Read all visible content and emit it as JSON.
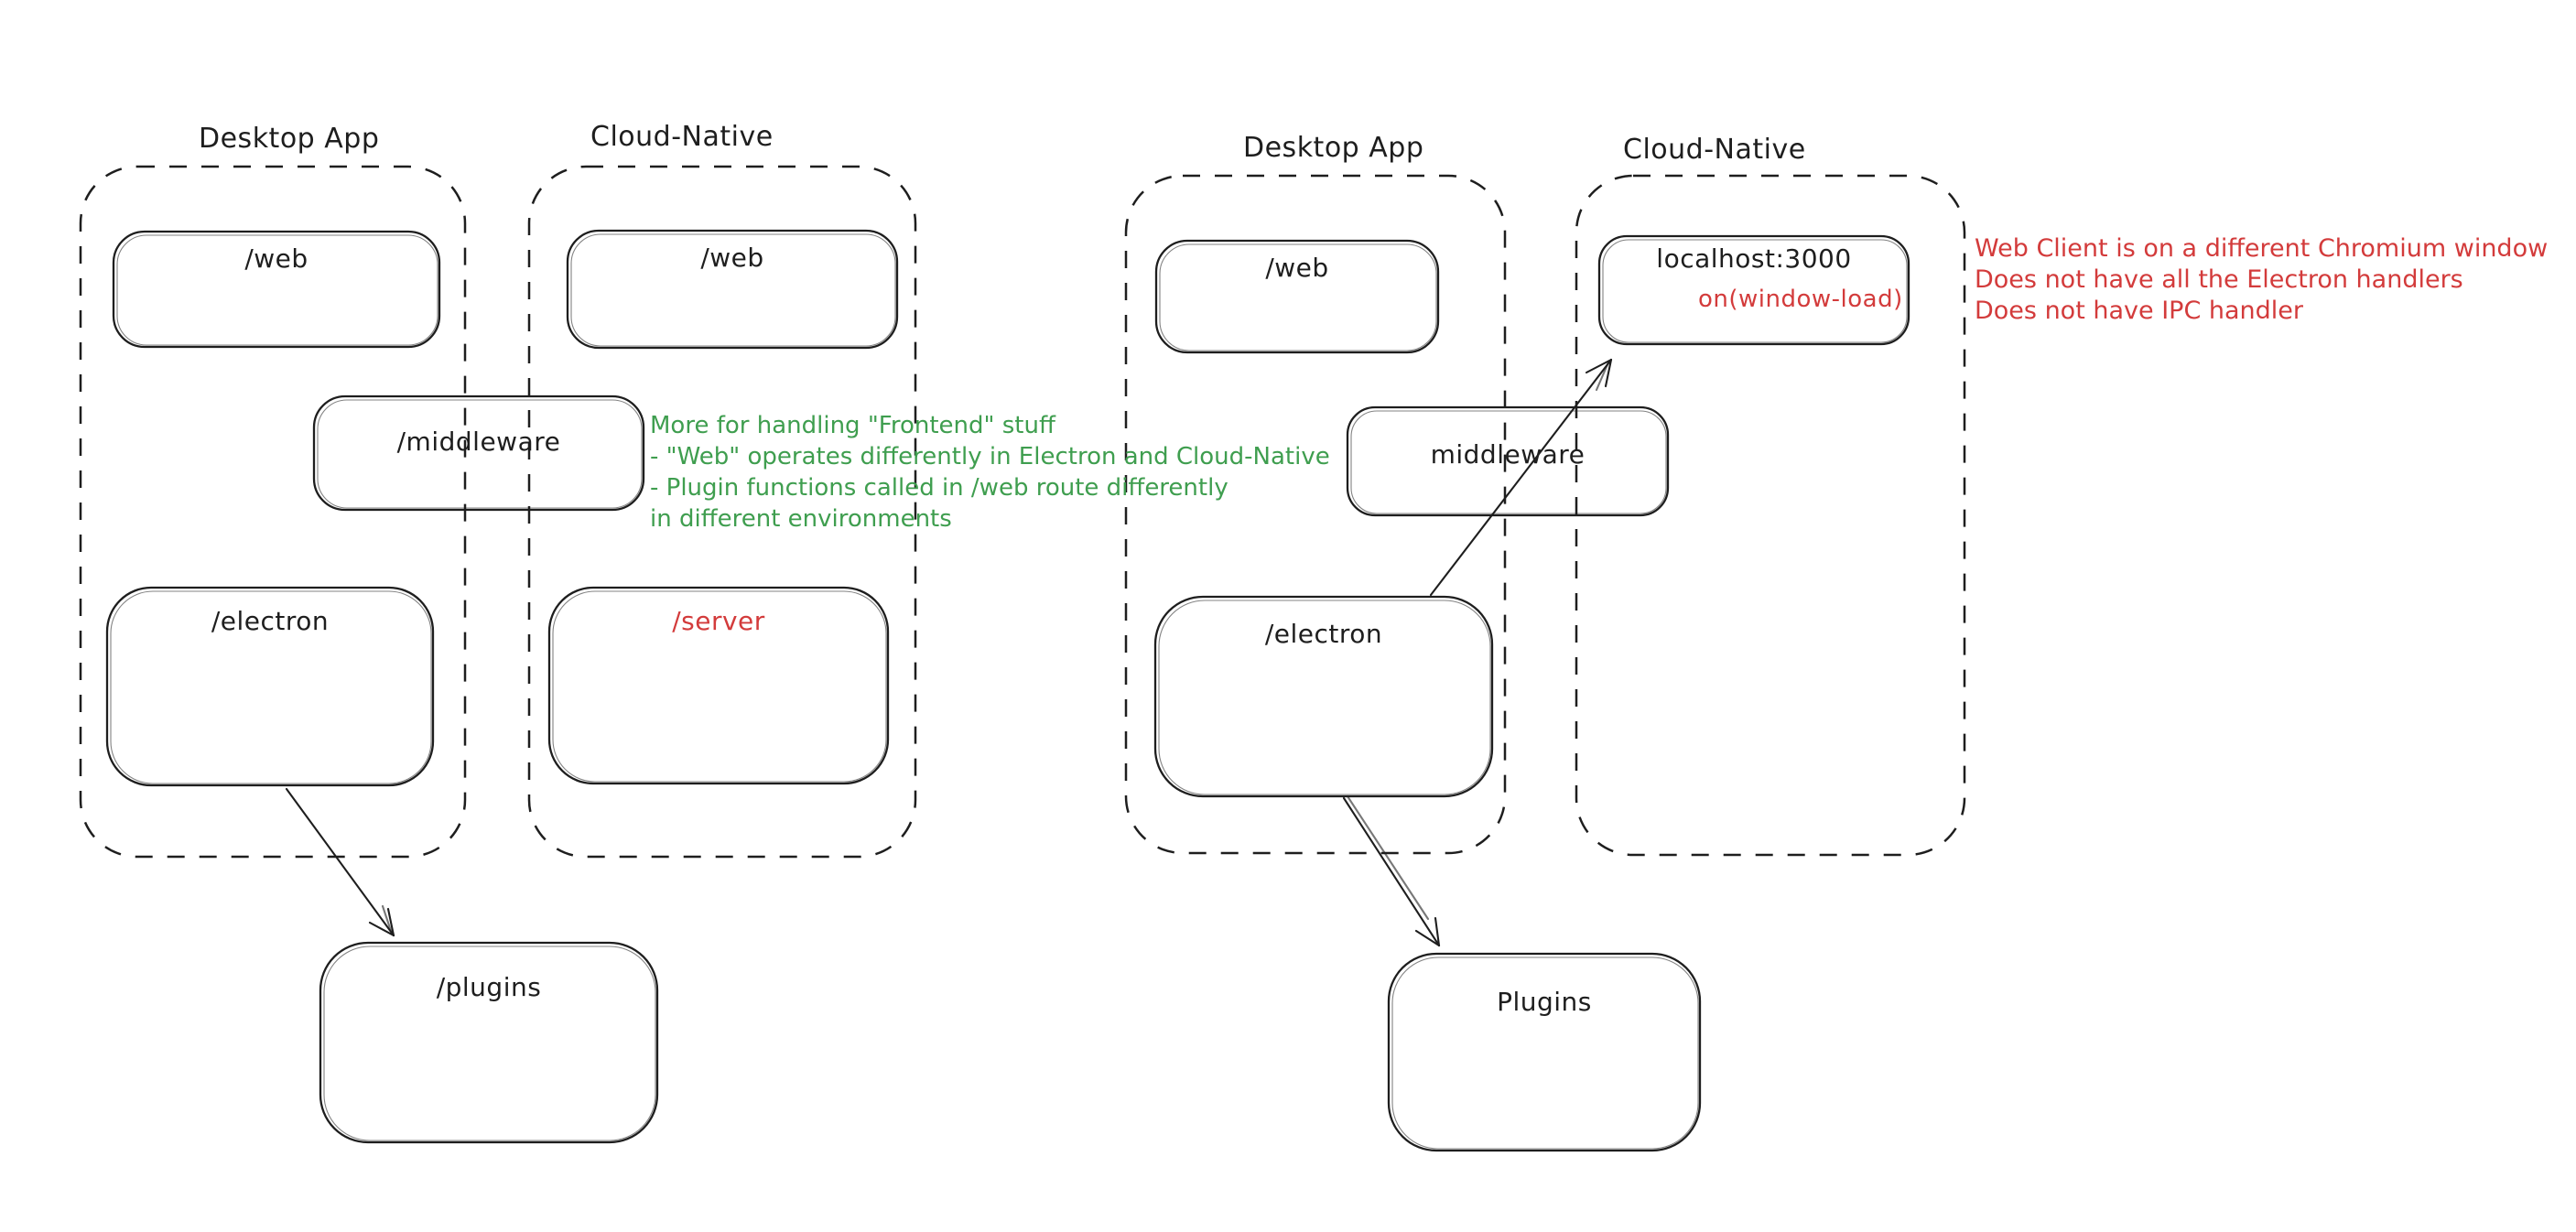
{
  "colors": {
    "background": "#ffffff",
    "stroke": "#1e1e1e",
    "green": "#3f9e4f",
    "red": "#d33b3b"
  },
  "left_diagram": {
    "desktop_container": {
      "title": "Desktop App",
      "web_box": "/web",
      "electron_box": "/electron"
    },
    "cloud_container": {
      "title": "Cloud-Native",
      "web_box": "/web",
      "server_box": "/server"
    },
    "middleware_box": "/middleware",
    "plugins_box": "/plugins",
    "green_note": {
      "line1": "More for handling \"Frontend\" stuff",
      "line2": "- \"Web\" operates differently in Electron and Cloud-Native",
      "line3": "- Plugin functions called in /web route differently",
      "line4": "in different environments"
    }
  },
  "right_diagram": {
    "desktop_container": {
      "title": "Desktop App",
      "web_box": "/web",
      "electron_box": "/electron"
    },
    "cloud_container": {
      "title": "Cloud-Native",
      "localhost_box": "localhost:3000",
      "window_load_handler": "on(window-load)"
    },
    "middleware_box": "middleware",
    "plugins_box": "Plugins",
    "red_note": {
      "line1": "Web Client is on a different Chromium window",
      "line2": "Does not have all the Electron handlers",
      "line3": "Does not have IPC handler"
    }
  }
}
